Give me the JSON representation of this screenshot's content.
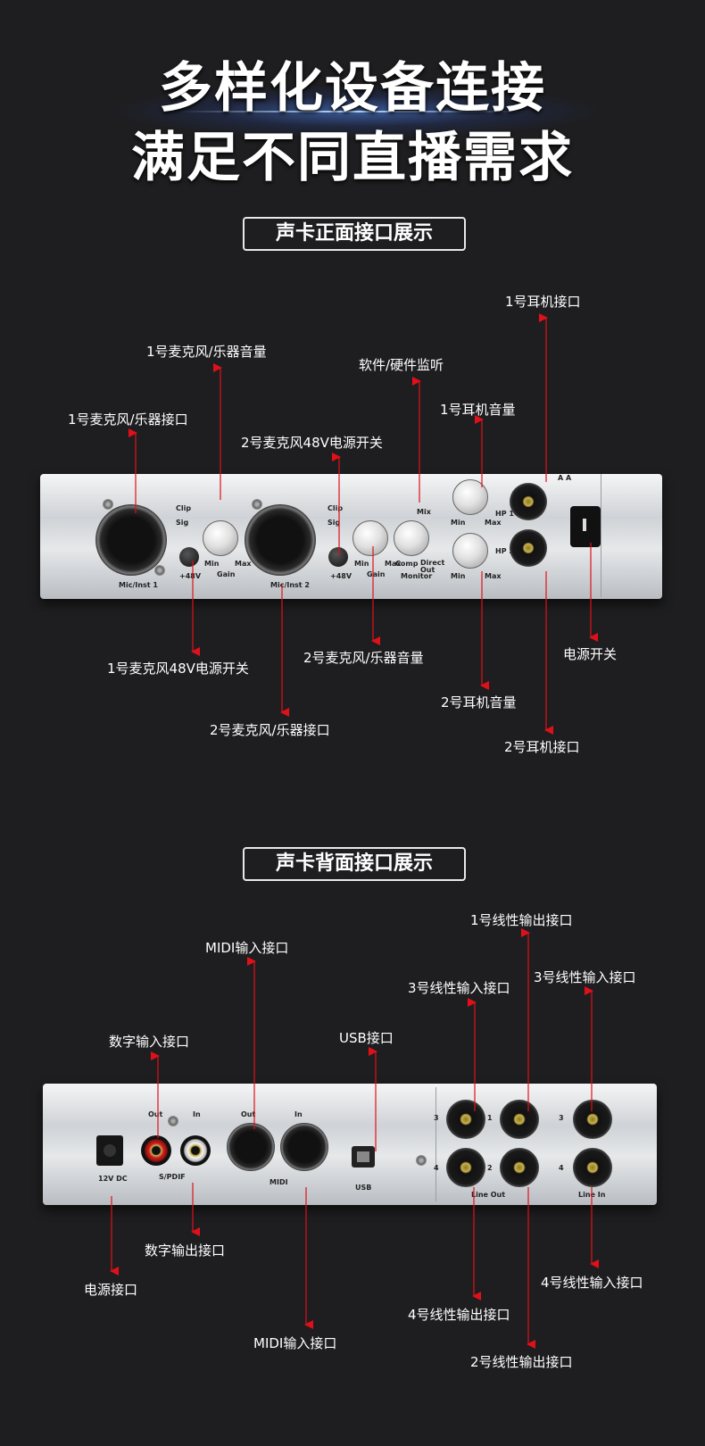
{
  "headline": {
    "line1": "多样化设备连接",
    "line2": "满足不同直播需求"
  },
  "front": {
    "title": "声卡正面接口展示",
    "labels": {
      "hp1_jack": "1号耳机接口",
      "in1_gain": "1号麦克风/乐器音量",
      "monitor": "软件/硬件监听",
      "hp1_vol": "1号耳机音量",
      "in1_jack": "1号麦克风/乐器接口",
      "in2_48v": "2号麦克风48V电源开关",
      "in1_48v": "1号麦克风48V电源开关",
      "in2_gain": "2号麦克风/乐器音量",
      "power_switch": "电源开关",
      "hp2_vol": "2号耳机音量",
      "in2_jack": "2号麦克风/乐器接口",
      "hp2_jack": "2号耳机接口"
    },
    "device": {
      "mic1": "Mic/Inst 1",
      "mic2": "Mic/Inst 2",
      "clip": "Clip",
      "sig": "Sig",
      "p48": "+48V",
      "gain": "Gain",
      "min": "Min",
      "max": "Max",
      "mix": "Mix",
      "comp": "Comp",
      "direct_out": "Direct Out",
      "monitor": "Monitor",
      "hp1": "HP 1",
      "hp2": "HP 2",
      "aa": "A A"
    }
  },
  "back": {
    "title": "声卡背面接口展示",
    "labels": {
      "line_out1": "1号线性输出接口",
      "midi_in_top": "MIDI输入接口",
      "line_in3_left": "3号线性输入接口",
      "line_in3_right": "3号线性输入接口",
      "spdif_in": "数字输入接口",
      "usb": "USB接口",
      "spdif_out": "数字输出接口",
      "power_in": "电源接口",
      "line_in4": "4号线性输入接口",
      "line_out4": "4号线性输出接口",
      "midi_in_bottom": "MIDI输入接口",
      "line_out2": "2号线性输出接口"
    },
    "device": {
      "out": "Out",
      "in": "In",
      "spdif": "S/PDIF",
      "midi": "MIDI",
      "usb": "USB",
      "dc": "12V DC",
      "line_out": "Line Out",
      "line_in": "Line In",
      "n1": "1",
      "n2": "2",
      "n3": "3",
      "n4": "4"
    }
  },
  "colors": {
    "background": "#1e1e20",
    "arrow": "#e0101a",
    "panel": "#d6d8db"
  }
}
